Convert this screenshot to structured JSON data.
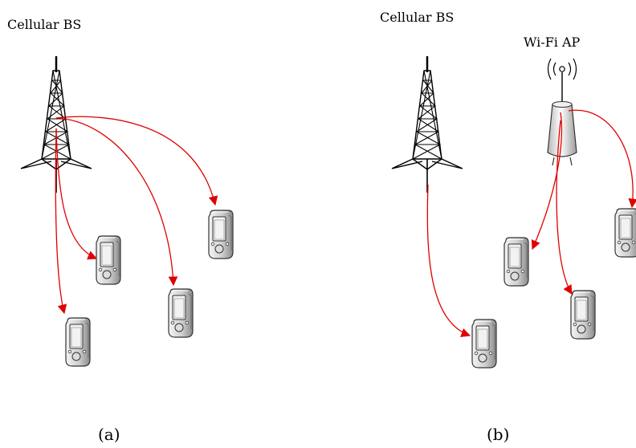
{
  "panels": [
    {
      "id": "a",
      "caption": "(a)",
      "bs_label": "Cellular BS"
    },
    {
      "id": "b",
      "caption": "(b)",
      "bs_label": "Cellular BS",
      "ap_label": "Wi-Fi AP"
    }
  ],
  "colors": {
    "link": "#e00000",
    "tower": "#000000",
    "device_body": "#c8c8c8",
    "device_screen": "#eeeeee"
  },
  "icons": [
    "cell-tower-icon",
    "wifi-ap-icon",
    "wireless-signal-icon",
    "mobile-device-icon",
    "arrow-icon"
  ]
}
